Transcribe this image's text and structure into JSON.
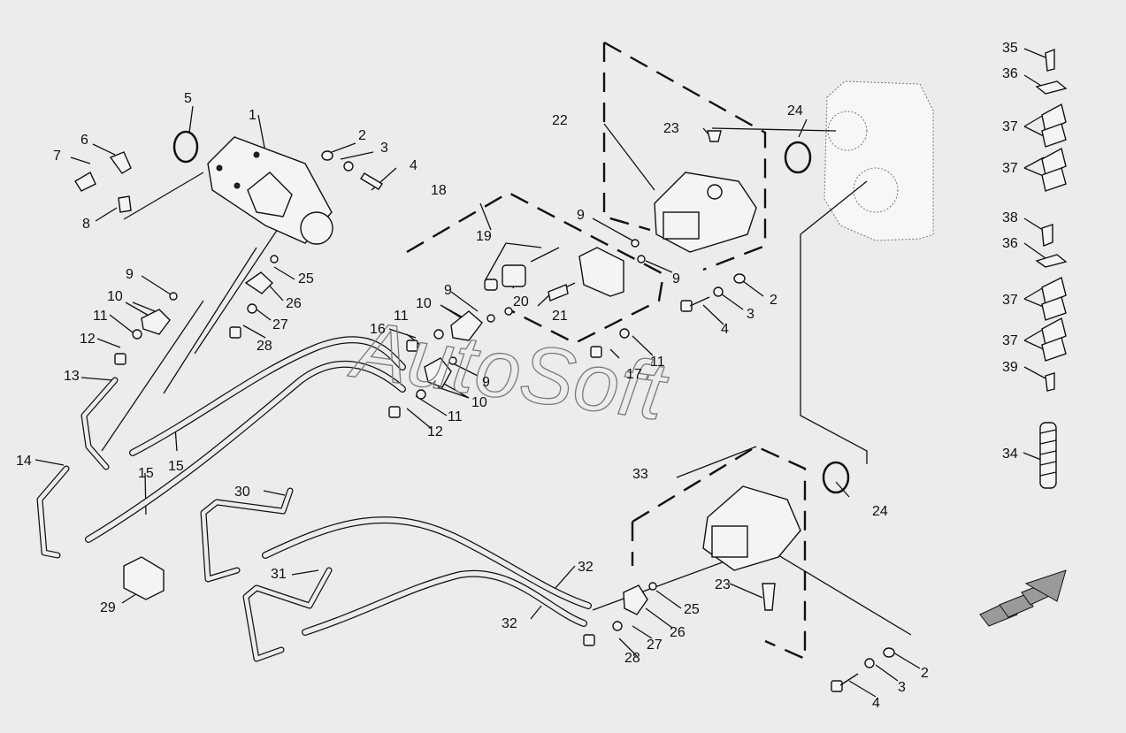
{
  "watermark": "AutoSoft",
  "colors": {
    "background": "#ececec",
    "ink": "#111111",
    "watermark": "#7a7a7a"
  },
  "callouts": {
    "c1": "1",
    "c2a": "2",
    "c3a": "3",
    "c4a": "4",
    "c5": "5",
    "c6": "6",
    "c7": "7",
    "c8": "8",
    "c9a": "9",
    "c10a": "10",
    "c11a": "11",
    "c12a": "12",
    "c13": "13",
    "c14": "14",
    "c15a": "15",
    "c15b": "15",
    "c18": "18",
    "c19": "19",
    "c20": "20",
    "c21": "21",
    "c22": "22",
    "c23a": "23",
    "c24a": "24",
    "c9b": "9",
    "c9c": "9",
    "c2b": "2",
    "c3b": "3",
    "c4b": "4",
    "c25a": "25",
    "c26a": "26",
    "c27a": "27",
    "c28a": "28",
    "c9d": "9",
    "c10b": "10",
    "c11b": "11",
    "c16": "16",
    "c17": "17",
    "c11c": "11",
    "c9e": "9",
    "c10c": "10",
    "c11d": "11",
    "c12b": "12",
    "c29": "29",
    "c30": "30",
    "c31": "31",
    "c32a": "32",
    "c32b": "32",
    "c33": "33",
    "c23b": "23",
    "c24b": "24",
    "c25b": "25",
    "c26b": "26",
    "c27b": "27",
    "c28b": "28",
    "c2c": "2",
    "c3c": "3",
    "c4c": "4",
    "c35": "35",
    "c36a": "36",
    "c37a": "37",
    "c37b": "37",
    "c38": "38",
    "c36b": "36",
    "c37c": "37",
    "c37d": "37",
    "c39": "39",
    "c34": "34"
  }
}
